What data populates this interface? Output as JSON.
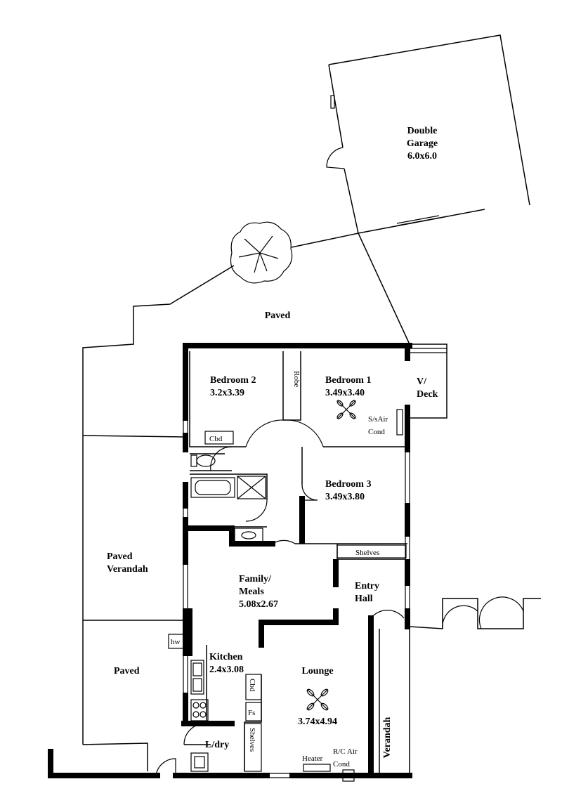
{
  "rooms": {
    "garage": {
      "line1": "Double",
      "line2": "Garage",
      "dims": "6.0x6.0"
    },
    "paved_top": "Paved",
    "bedroom2": {
      "name": "Bedroom 2",
      "dims": "3.2x3.39"
    },
    "bedroom1": {
      "name": "Bedroom 1",
      "dims": "3.49x3.40"
    },
    "robe": "Robe",
    "vdeck": {
      "line1": "V/",
      "line2": "Deck"
    },
    "ss_air": {
      "line1": "S/sAir",
      "line2": "Cond"
    },
    "cbd_bath": "Cbd",
    "bedroom3": {
      "name": "Bedroom 3",
      "dims": "3.49x3.80"
    },
    "shelves_hall": "Shelves",
    "paved_verandah": {
      "line1": "Paved",
      "line2": "Verandah"
    },
    "family": {
      "line1": "Family/",
      "line2": "Meals",
      "dims": "5.08x2.67"
    },
    "entry": {
      "line1": "Entry",
      "line2": "Hall"
    },
    "hw": "hw",
    "kitchen": {
      "name": "Kitchen",
      "dims": "2.4x3.08"
    },
    "paved_side": "Paved",
    "lounge": {
      "name": "Lounge",
      "dims": "3.74x4.94"
    },
    "cbd_kitchen": "Cbd",
    "fs": "Fs",
    "verandah": "Verandah",
    "laundry": "L/dry",
    "shelves_laundry": "Shelves",
    "heater": "Heater",
    "rc_air": {
      "line1": "R/C Air",
      "line2": "Cond"
    }
  }
}
